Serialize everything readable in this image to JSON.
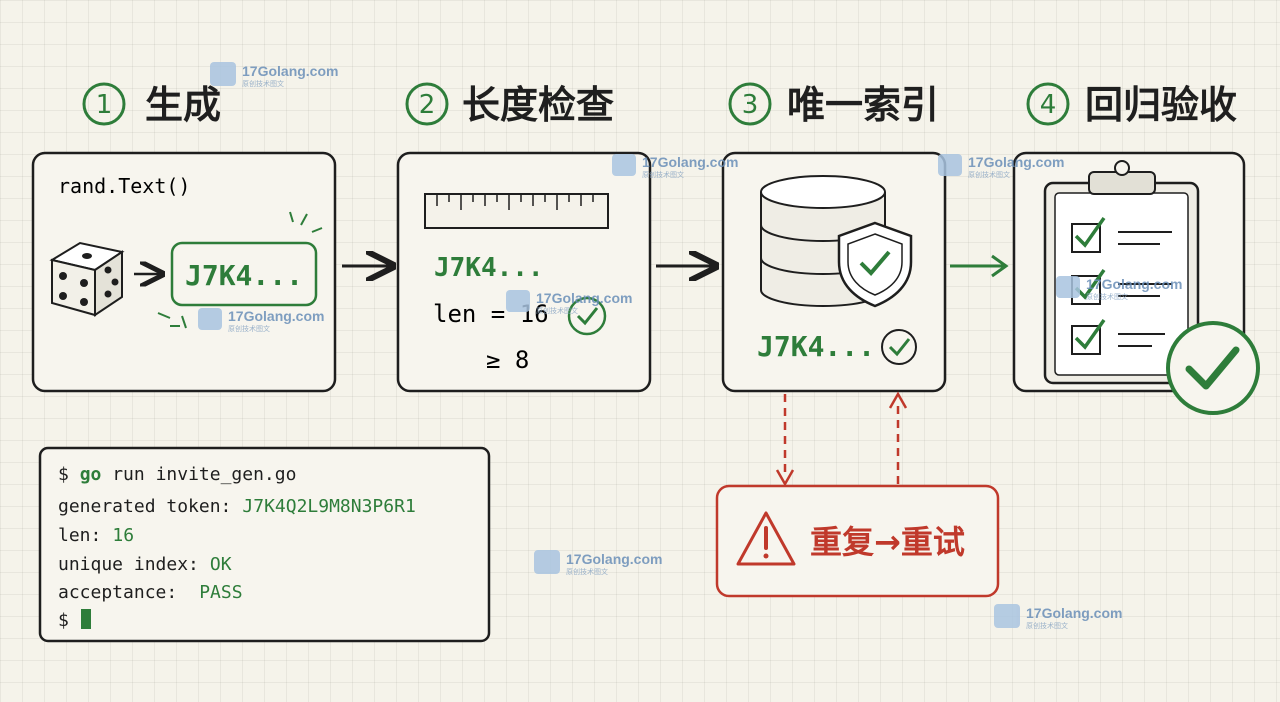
{
  "steps": [
    {
      "number": "1",
      "title": "生成"
    },
    {
      "number": "2",
      "title": "长度检查"
    },
    {
      "number": "3",
      "title": "唯一索引"
    },
    {
      "number": "4",
      "title": "回归验收"
    }
  ],
  "step1": {
    "code": "rand.Text()",
    "token": "J7K4..."
  },
  "step2": {
    "token": "J7K4...",
    "len_label": "len = 16",
    "min_label": "≥ 8"
  },
  "step3": {
    "token": "J7K4..."
  },
  "retry": {
    "label": "重复→重试"
  },
  "terminal": {
    "prompt": "$",
    "command_keyword": "go",
    "command_rest": "run invite_gen.go",
    "lines": [
      {
        "label": "generated token:",
        "value": "J7K4Q2L9M8N3P6R1"
      },
      {
        "label": "len:",
        "value": "16"
      },
      {
        "label": "unique index:",
        "value": "OK"
      },
      {
        "label": "acceptance:",
        "value": "PASS"
      }
    ],
    "final_prompt": "$"
  },
  "watermark": {
    "text": "17Golang.com",
    "sub": "原创技术图文"
  },
  "colors": {
    "green": "#2e7d3a",
    "red": "#c0392b",
    "ink": "#1e1e1e"
  }
}
